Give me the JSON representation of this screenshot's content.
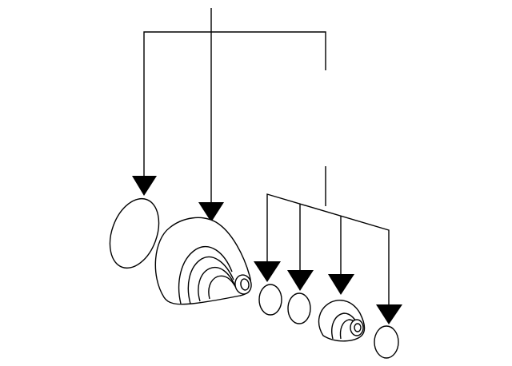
{
  "diagram": {
    "kind": "exploded-parts-diagram",
    "colors": {
      "line": "#000000",
      "fill": "#ffffff",
      "background": "#ffffff"
    },
    "parts": [
      {
        "id": "large-clamp-ring",
        "icon": "ring-icon"
      },
      {
        "id": "outer-cv-boot",
        "icon": "boot-icon"
      },
      {
        "id": "small-clamp-ring-a",
        "icon": "ring-icon"
      },
      {
        "id": "small-clamp-ring-b",
        "icon": "ring-icon"
      },
      {
        "id": "inner-cv-boot",
        "icon": "boot-icon"
      },
      {
        "id": "small-clamp-ring-c",
        "icon": "ring-icon"
      }
    ]
  }
}
